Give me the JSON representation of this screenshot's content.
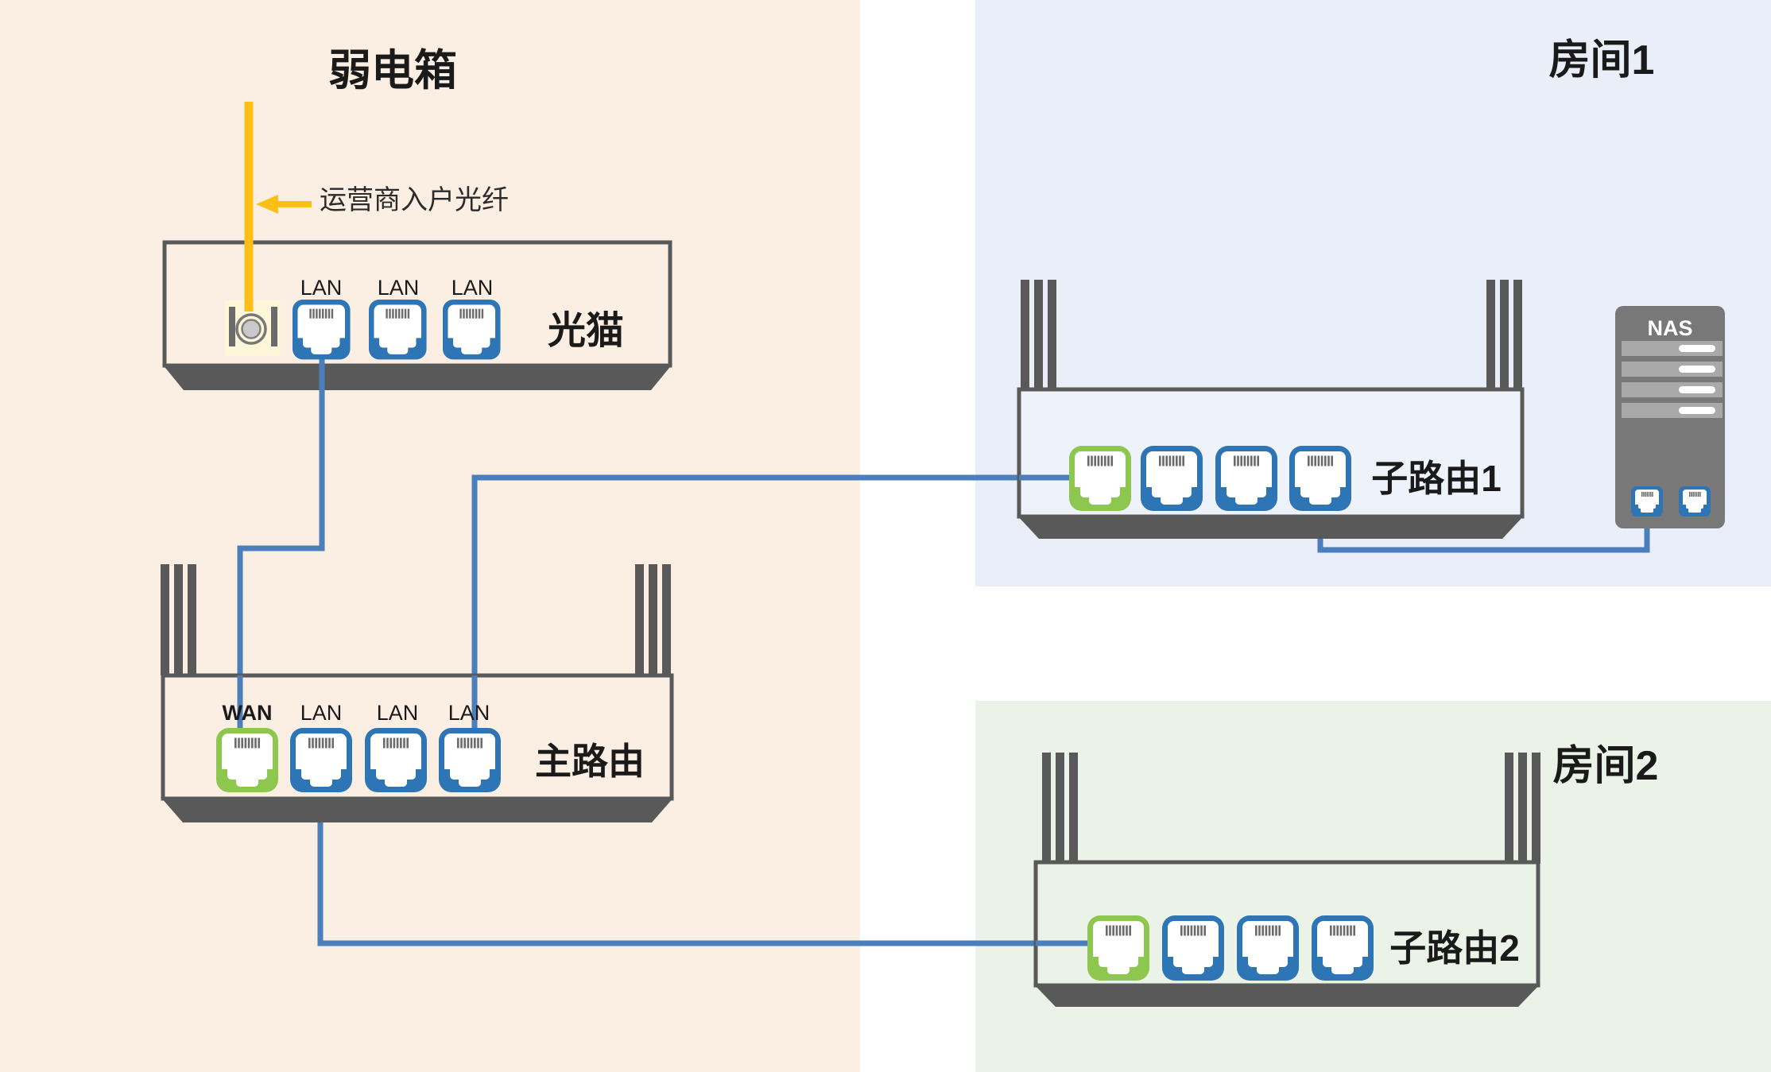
{
  "sections": {
    "weak_box": {
      "title": "弱电箱"
    },
    "room1": {
      "title": "房间1"
    },
    "room2": {
      "title": "房间2"
    }
  },
  "fiber": {
    "label": "运营商入户光纤"
  },
  "modem": {
    "label": "光猫",
    "port_labels": [
      "LAN",
      "LAN",
      "LAN"
    ]
  },
  "main_router": {
    "label": "主路由",
    "port_labels": [
      "WAN",
      "LAN",
      "LAN",
      "LAN"
    ]
  },
  "sub_router1": {
    "label": "子路由1"
  },
  "sub_router2": {
    "label": "子路由2"
  },
  "nas": {
    "label": "NAS"
  },
  "colors": {
    "panel_weak_box": "#fbeee2",
    "panel_room1": "#eaeef8",
    "panel_room2": "#ebf2e8",
    "device_border": "#595959",
    "antenna_gray": "#595959",
    "port_blue": "#2e75b6",
    "port_green": "#8ec74f",
    "cable_blue": "#4a7ebd",
    "fiber_yellow": "#fbbf17",
    "fiber_jack_bg": "#fdf6d9",
    "nas_body": "#787878",
    "nas_bay": "#a9a9a9"
  }
}
